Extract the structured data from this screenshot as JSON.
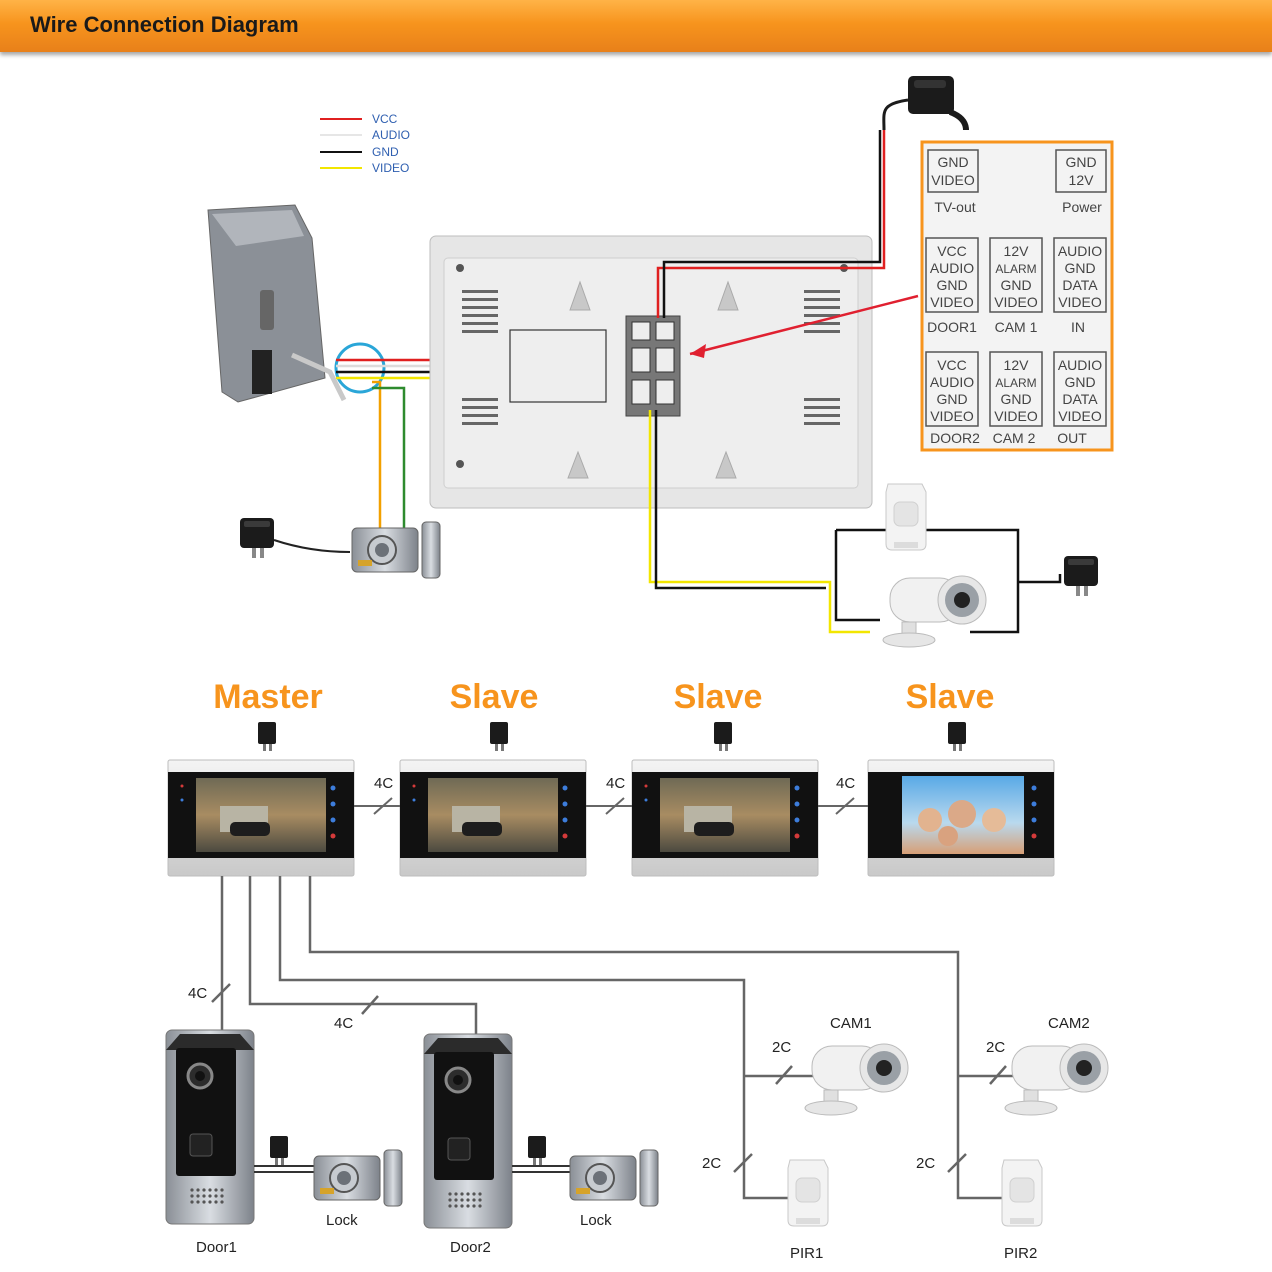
{
  "title": "Wire Connection Diagram",
  "legend": [
    {
      "label": "VCC",
      "color": "#e02020"
    },
    {
      "label": "AUDIO",
      "color": "#e6e6e6"
    },
    {
      "label": "GND",
      "color": "#111111"
    },
    {
      "label": "VIDEO",
      "color": "#f2e600"
    }
  ],
  "panel": {
    "tvout": {
      "pins": [
        "GND",
        "VIDEO"
      ],
      "caption": "TV-out"
    },
    "power": {
      "pins": [
        "GND",
        "12V"
      ],
      "caption": "Power"
    },
    "door1": {
      "pins": [
        "VCC",
        "AUDIO",
        "GND",
        "VIDEO"
      ],
      "caption": "DOOR1"
    },
    "cam1": {
      "pins": [
        "12V",
        "ALARM",
        "GND",
        "VIDEO"
      ],
      "caption": "CAM 1"
    },
    "in": {
      "pins": [
        "AUDIO",
        "GND",
        "DATA",
        "VIDEO"
      ],
      "caption": "IN"
    },
    "door2": {
      "pins": [
        "VCC",
        "AUDIO",
        "GND",
        "VIDEO"
      ],
      "caption": "DOOR2"
    },
    "cam2": {
      "pins": [
        "12V",
        "ALARM",
        "GND",
        "VIDEO"
      ],
      "caption": "CAM 2"
    },
    "out": {
      "pins": [
        "AUDIO",
        "GND",
        "DATA",
        "VIDEO"
      ],
      "caption": "OUT"
    }
  },
  "monitors": [
    {
      "role": "Master"
    },
    {
      "role": "Slave"
    },
    {
      "role": "Slave"
    },
    {
      "role": "Slave"
    }
  ],
  "links": {
    "monitor_link": "4C",
    "door_link": "4C",
    "cam_link": "2C",
    "pir_link": "2C"
  },
  "devices": {
    "door1": "Door1",
    "door2": "Door2",
    "lock1": "Lock",
    "lock2": "Lock",
    "cam1": "CAM1",
    "cam2": "CAM2",
    "pir1": "PIR1",
    "pir2": "PIR2"
  },
  "colors": {
    "accent": "#f7941d",
    "panel_border": "#f7941d",
    "wire_gray": "#666666"
  }
}
